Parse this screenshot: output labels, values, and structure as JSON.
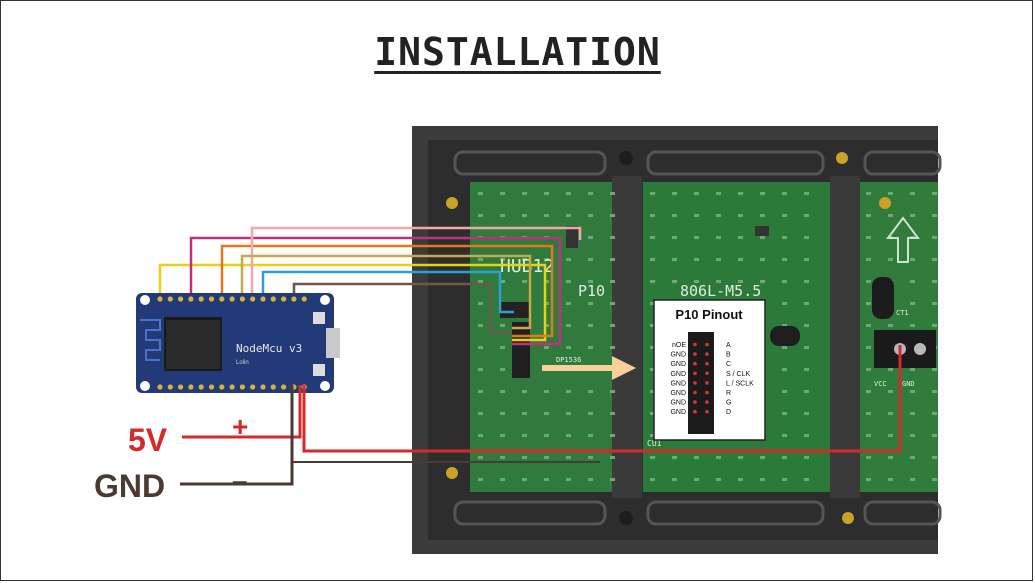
{
  "title": "INSTALLATION",
  "nodemcu": {
    "name": "NodeMcu v3",
    "brand": "Lolin"
  },
  "panel": {
    "silk_hub": "HUB12",
    "silk_model": "P10",
    "silk_model2": "806L-M5.5",
    "silk_vcc": "VCC",
    "silk_gnd": "GND",
    "silk_ct1": "CT1",
    "silk_cu": "CU1",
    "silk_dp": "DP1536"
  },
  "pinout": {
    "title": "P10 Pinout",
    "left_labels": [
      "nOE",
      "GND",
      "GND",
      "GND",
      "GND",
      "GND",
      "GND",
      "GND"
    ],
    "right_labels": [
      "A",
      "B",
      "C",
      "S / CLK",
      "L / SCLK",
      "R",
      "G",
      "D"
    ]
  },
  "power": {
    "v5_label": "5V",
    "gnd_label": "GND",
    "plus": "+",
    "minus": "–",
    "v5_color": "#d42a2a",
    "gnd_color": "#4a3a33"
  },
  "wire_colors": [
    "#e8d214",
    "#c0317b",
    "#e07a1e",
    "#f4a7a7",
    "#c8a84b",
    "#2e9fd6",
    "#6a5a4c"
  ],
  "arrow_color": "#f7d09a"
}
